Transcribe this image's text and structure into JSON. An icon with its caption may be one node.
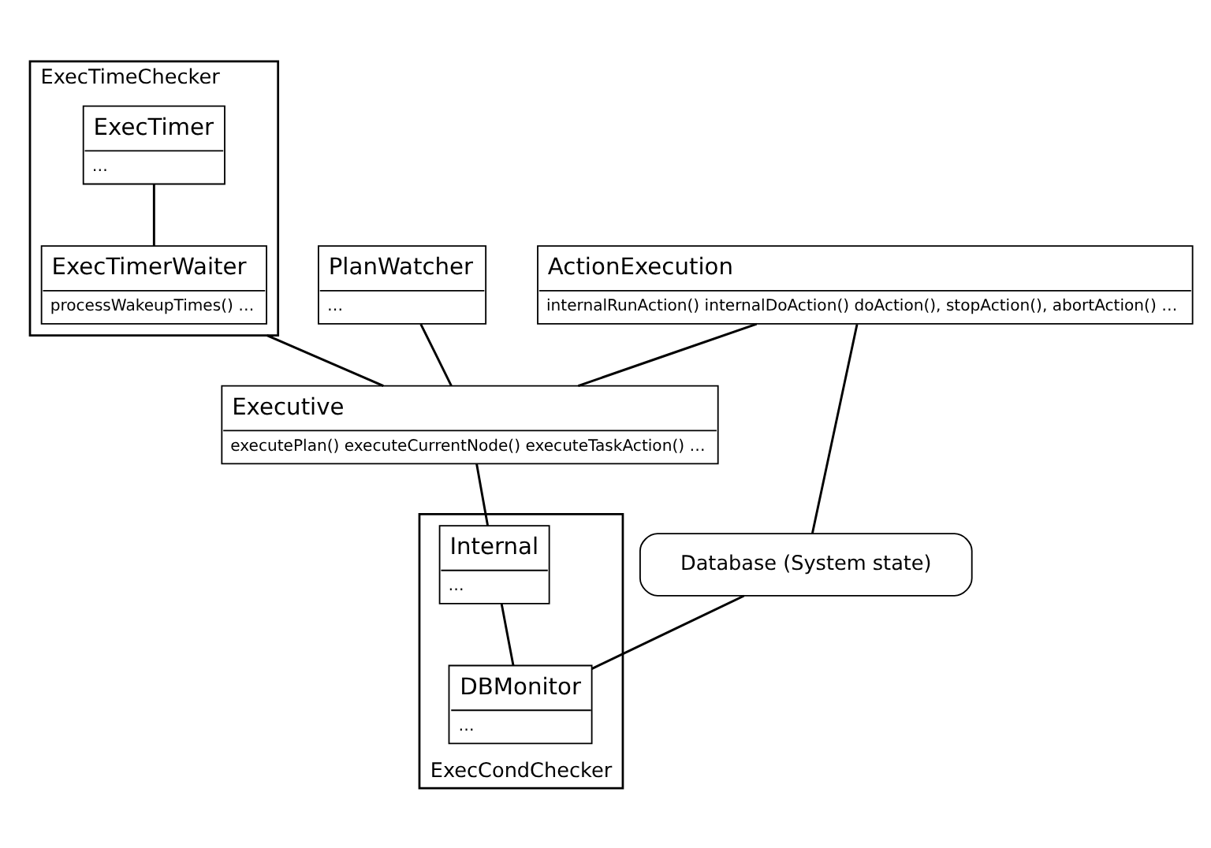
{
  "diagram": {
    "nodes": [
      {
        "text": [
          "ExecTimeChecker"
        ]
      },
      {
        "text": [
          "ExecTimer",
          "…"
        ],
        "in": 0
      },
      {
        "text": [
          "ExecTimerWaiter",
          "processWakeupTimes() …"
        ],
        "in": 0
      },
      {
        "text": [
          "PlanWatcher",
          "…"
        ]
      },
      {
        "text": [
          "Executive",
          "executePlan() executeCurrentNode() executeTaskAction() …"
        ]
      },
      {
        "text": [
          "ExecCondChecker"
        ]
      },
      {
        "text": [
          "Internal",
          "…"
        ],
        "in": 5
      },
      {
        "text": [
          "DBMonitor",
          "…"
        ],
        "in": 5
      },
      {
        "text": [
          "ActionExecution",
          "internalRunAction() internalDoAction() doAction(), stopAction(), abortAction() …"
        ]
      },
      {
        "text": [
          "Database (System state)"
        ]
      }
    ],
    "edges": [
      {
        "from": 1,
        "to": 2,
        "arrow": "none"
      },
      {
        "from": 0,
        "to": 4,
        "arrow": "none"
      },
      {
        "from": 3,
        "to": 4,
        "arrow": "none"
      },
      {
        "from": 4,
        "to": 6,
        "arrow": "none"
      },
      {
        "from": 6,
        "to": 7,
        "arrow": "none"
      },
      {
        "from": 8,
        "to": 4,
        "arrow": "none"
      },
      {
        "from": 8,
        "to": 9,
        "arrow": "none"
      },
      {
        "from": 9,
        "to": 7,
        "arrow": "none"
      }
    ]
  }
}
